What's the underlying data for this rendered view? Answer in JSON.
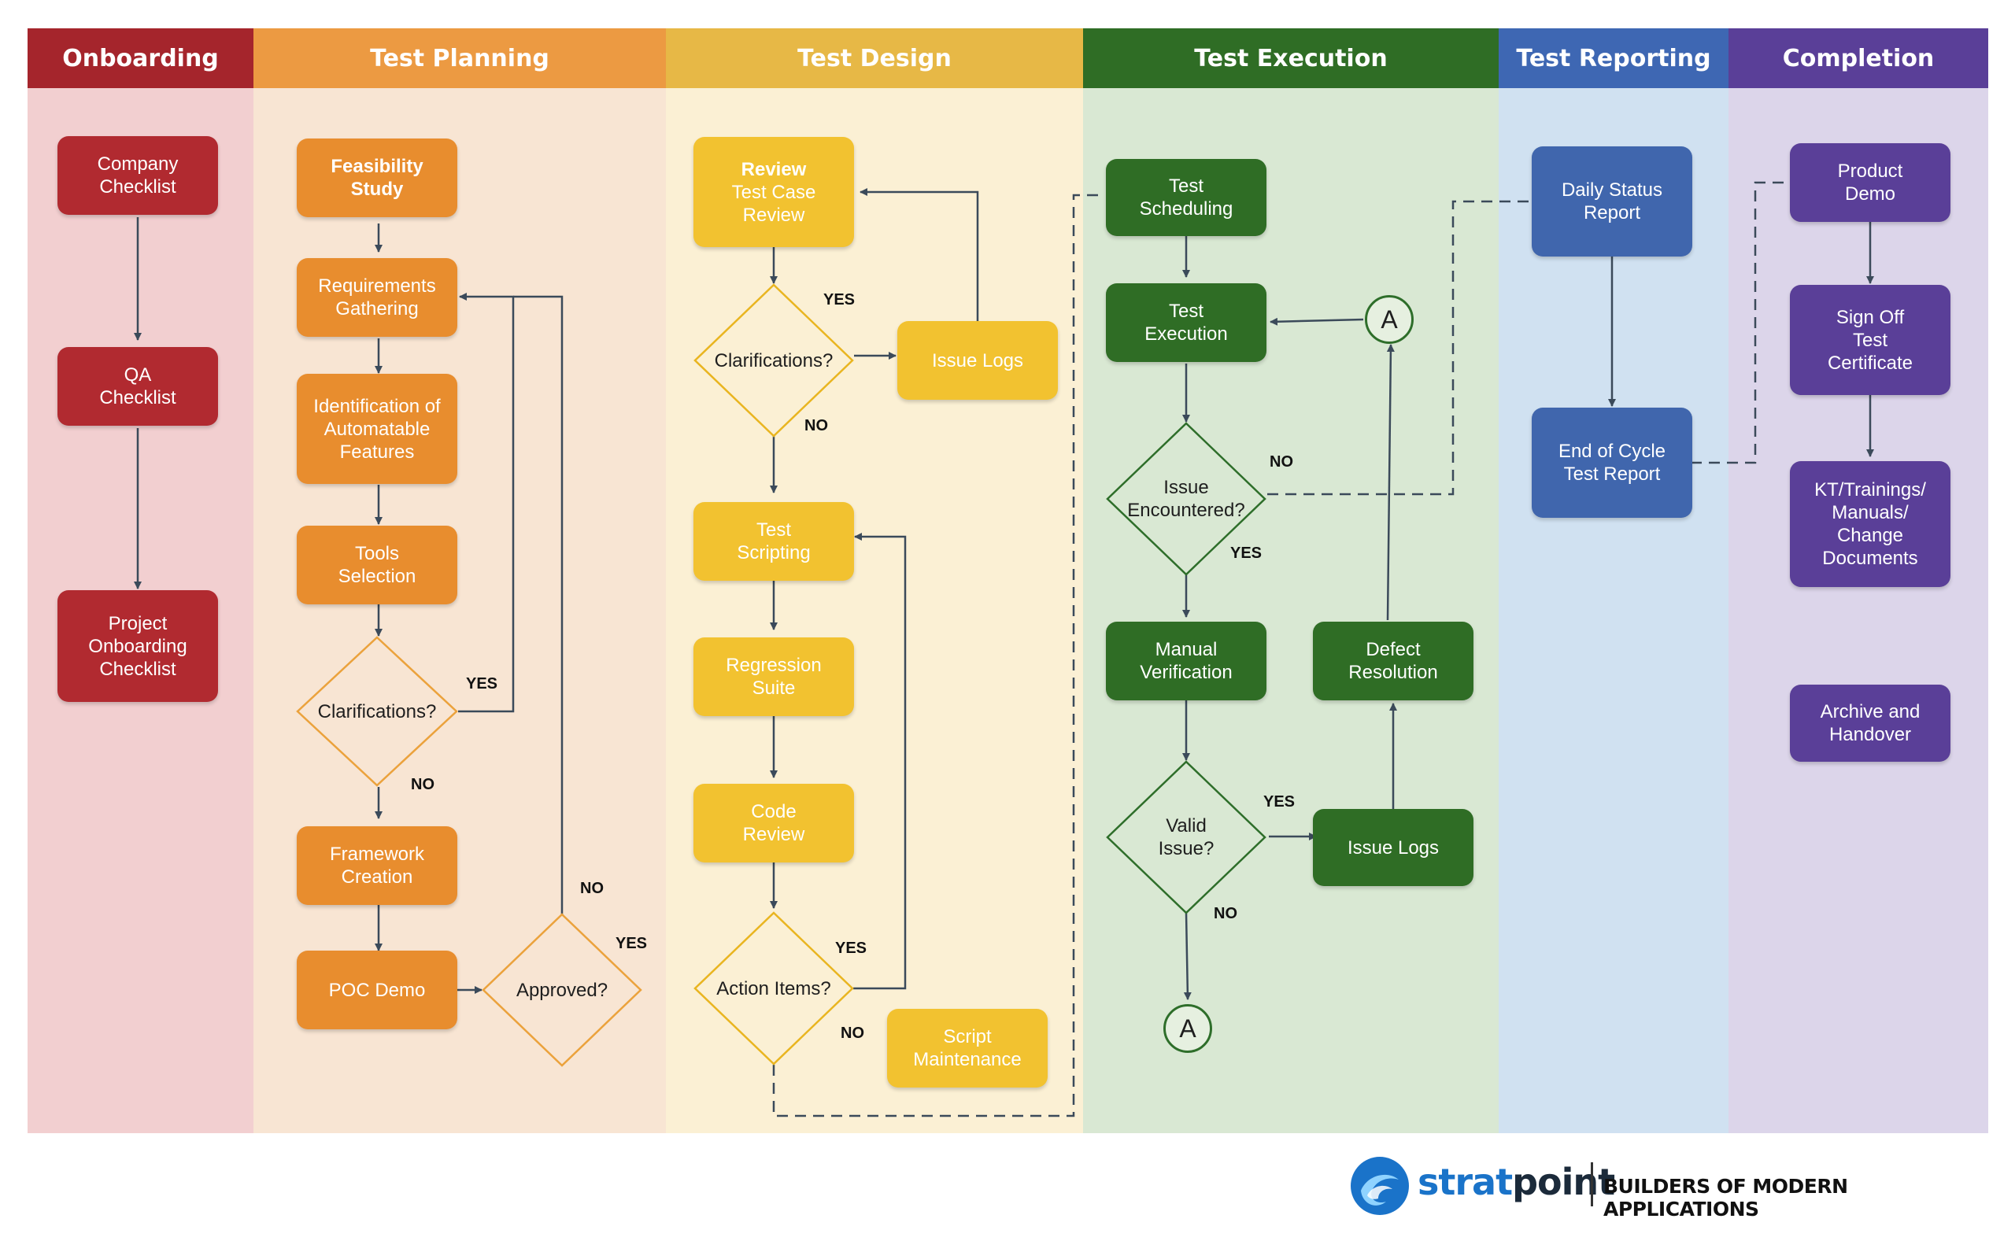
{
  "colors": {
    "onboarding_header": "#a5252c",
    "onboarding_bg": "#f2cfd0",
    "onboarding_box": "#b12a30",
    "planning_header": "#ec9a42",
    "planning_bg": "#f8e5d3",
    "planning_box": "#e88d2e",
    "design_header": "#e7b846",
    "design_bg": "#fbf0d4",
    "design_box": "#f2c230",
    "execution_header": "#2f6d25",
    "execution_bg": "#d9e8d3",
    "execution_box": "#2f6d25",
    "reporting_header": "#3e67b3",
    "reporting_bg": "#d0e1f1",
    "reporting_box": "#4066ad",
    "completion_header": "#5a3f98",
    "completion_bg": "#dcd5ea",
    "completion_box": "#5a3f98",
    "connector": "#3b4a5a",
    "brand_blue": "#1a73c9"
  },
  "lanes": [
    {
      "title": "Onboarding"
    },
    {
      "title": "Test Planning"
    },
    {
      "title": "Test Design"
    },
    {
      "title": "Test Execution"
    },
    {
      "title": "Test Reporting"
    },
    {
      "title": "Completion"
    }
  ],
  "onboarding": {
    "company_checklist": "Company\nChecklist",
    "qa_checklist": "QA\nChecklist",
    "project_onboarding_checklist": "Project\nOnboarding\nChecklist"
  },
  "planning": {
    "feasibility_study": "Feasibility\nStudy",
    "requirements_gathering": "Requirements\nGathering",
    "identification": "Identification of\nAutomatable\nFeatures",
    "tools_selection": "Tools\nSelection",
    "clarifications": "Clarifications?",
    "clarifications_yes": "YES",
    "clarifications_no": "NO",
    "framework_creation": "Framework\nCreation",
    "poc_demo": "POC Demo",
    "approved": "Approved?",
    "approved_yes": "YES",
    "approved_no": "NO"
  },
  "design": {
    "review_title": "Review",
    "review_sub": "Test Case\nReview",
    "clarifications": "Clarifications?",
    "clarifications_yes": "YES",
    "clarifications_no": "NO",
    "issue_logs": "Issue Logs",
    "test_scripting": "Test\nScripting",
    "regression_suite": "Regression\nSuite",
    "code_review": "Code\nReview",
    "action_items": "Action Items?",
    "action_items_yes": "YES",
    "action_items_no": "NO",
    "script_maintenance": "Script\nMaintenance"
  },
  "execution": {
    "test_scheduling": "Test\nScheduling",
    "test_execution": "Test\nExecution",
    "issue_encountered": "Issue\nEncountered?",
    "issue_encountered_no": "NO",
    "issue_encountered_yes": "YES",
    "manual_verification": "Manual\nVerification",
    "defect_resolution": "Defect\nResolution",
    "valid_issue": "Valid\nIssue?",
    "valid_issue_yes": "YES",
    "valid_issue_no": "NO",
    "issue_logs": "Issue Logs",
    "connector_top": "A",
    "connector_bottom": "A"
  },
  "reporting": {
    "daily_status_report": "Daily Status\nReport",
    "end_of_cycle": "End of Cycle\nTest Report"
  },
  "completion": {
    "product_demo": "Product\nDemo",
    "sign_off": "Sign Off\nTest\nCertificate",
    "kt": "KT/Trainings/\nManuals/\nChange\nDocuments",
    "archive": "Archive and\nHandover"
  },
  "footer": {
    "brand_name": "stratpoint",
    "tagline": "BUILDERS OF MODERN APPLICATIONS"
  }
}
